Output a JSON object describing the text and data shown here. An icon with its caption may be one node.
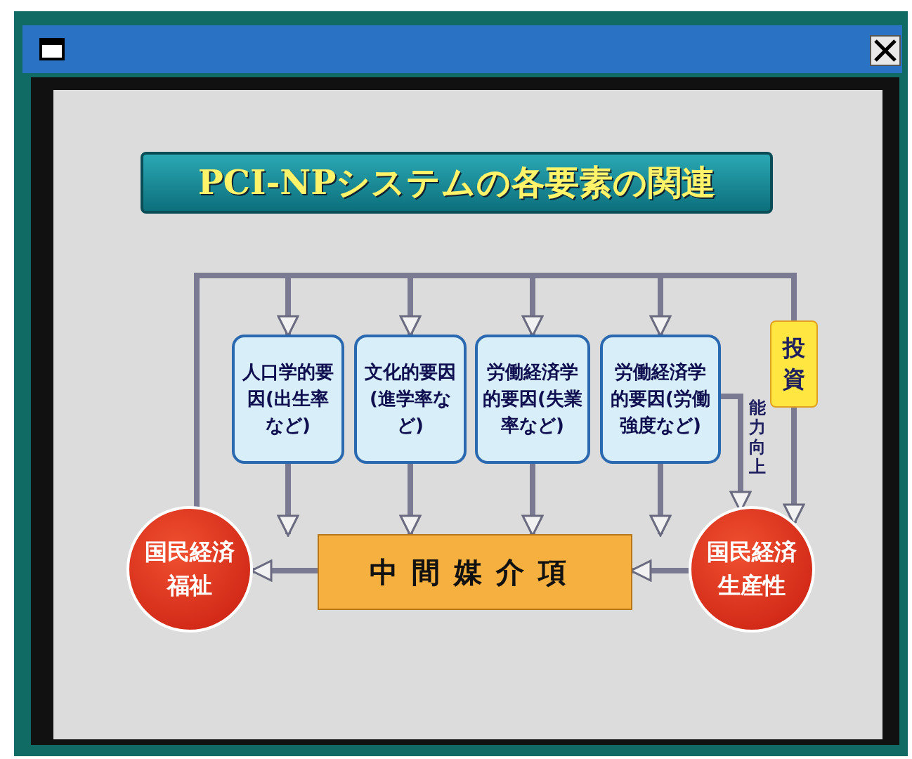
{
  "diagram": {
    "title": "PCI-NPシステムの各要素の関連",
    "nodes": [
      {
        "text": [
          "人口学的要因(出生率など)"
        ]
      },
      {
        "text": [
          "文化的要因(進学率など)"
        ]
      },
      {
        "text": [
          "労働経済学的要因(失業率など)"
        ]
      },
      {
        "text": [
          "労働経済学的要因(労働強度など)"
        ]
      },
      {
        "text": [
          "投資"
        ]
      },
      {
        "text": [
          "国民経済福祉"
        ]
      },
      {
        "text": [
          "中間媒介項"
        ]
      },
      {
        "text": [
          "国民経済生産性"
        ]
      }
    ],
    "edges": [
      {
        "from": 5,
        "to": 0,
        "arrow": "to"
      },
      {
        "from": 5,
        "to": 1,
        "arrow": "to"
      },
      {
        "from": 5,
        "to": 2,
        "arrow": "to"
      },
      {
        "from": 5,
        "to": 3,
        "arrow": "to"
      },
      {
        "from": 5,
        "to": 4,
        "arrow": "none"
      },
      {
        "from": 0,
        "to": 6,
        "arrow": "to"
      },
      {
        "from": 1,
        "to": 6,
        "arrow": "to"
      },
      {
        "from": 2,
        "to": 6,
        "arrow": "to"
      },
      {
        "from": 3,
        "to": 6,
        "arrow": "to"
      },
      {
        "from": 3,
        "to": 7,
        "arrow": "to",
        "label": "能力向上"
      },
      {
        "from": 4,
        "to": 7,
        "arrow": "to"
      },
      {
        "from": 7,
        "to": 6,
        "arrow": "to"
      },
      {
        "from": 6,
        "to": 5,
        "arrow": "to"
      }
    ]
  }
}
